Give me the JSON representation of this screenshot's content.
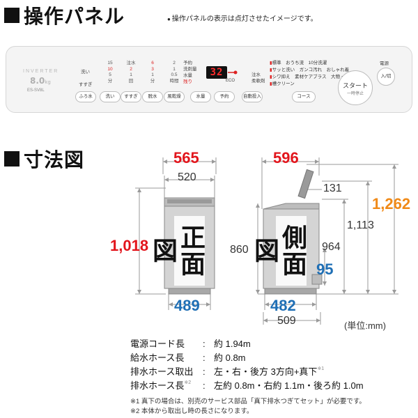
{
  "sections": {
    "panel_title": "操作パネル",
    "panel_note": "操作パネルの表示は点灯させたイメージです。",
    "dim_title": "寸法図"
  },
  "panel": {
    "brand": "INVERTER",
    "capacity": "8.0",
    "capacity_unit": "kg",
    "model": "ES-SV8L",
    "display": "32",
    "eco": "ECO",
    "columns": [
      {
        "top": "15",
        "mid": "10",
        "low": "5",
        "bot": "分"
      },
      {
        "top": "注水",
        "mid": "2",
        "low": "1",
        "bot": "回"
      },
      {
        "top": "6",
        "mid": "3",
        "low": "1",
        "bot": "分"
      },
      {
        "top": "2",
        "mid": "1",
        "low": "0.5",
        "bot": "時間"
      }
    ],
    "wash_labels": [
      "洗い",
      "すすぎ"
    ],
    "timer_labels": [
      "予約",
      "洗剤量",
      "水量",
      "残り"
    ],
    "misc_labels": [
      "注水",
      "柔軟剤"
    ],
    "courses": [
      "標準",
      "おうち流",
      "10分洗濯",
      "サッと洗い",
      "ガンコ汚れ",
      "おしゃれ着",
      "シワ抑え",
      "素材ケアブラス",
      "大物・毛布",
      "槽クリーン"
    ],
    "buttons": {
      "furo": "ふろ水",
      "wash": "洗い",
      "rinse": "すすぎ",
      "spin": "脱水",
      "dry": "風乾燥",
      "water": "水量",
      "reserve": "予約",
      "auto_dose": "自動投入",
      "course": "コース",
      "start": "スタート",
      "start_sub": "一時停止",
      "power_label": "電源",
      "power": "入/切"
    }
  },
  "dimensions": {
    "front_width": "565",
    "front_inner_width": "520",
    "front_height": "1,018",
    "lid_height": "860",
    "front_base": "489",
    "front_label": "正面図",
    "side_depth": "596",
    "side_offset": "131",
    "side_open_height": "1,262",
    "side_height": "1,113",
    "side_body_height": "964",
    "side_hose_height": "95",
    "side_base": "482",
    "side_base_outer": "509",
    "side_label": "側面図",
    "unit": "(単位:mm)"
  },
  "specs": [
    {
      "key": "電源コード長",
      "value": "約 1.94m",
      "key_note": "",
      "value_note": ""
    },
    {
      "key": "給水ホース長",
      "value": "約 0.8m",
      "key_note": "",
      "value_note": ""
    },
    {
      "key": "排水ホース取出",
      "value": "左・右・後方 3方向+真下",
      "key_note": "",
      "value_note": "※1"
    },
    {
      "key": "排水ホース長",
      "value": "左約 0.8m・右約 1.1m・後ろ約 1.0m",
      "key_note": "※2",
      "value_note": ""
    }
  ],
  "notes": [
    "※1 真下の場合は、別売のサービス部品「真下排水つぎてセット」が必要です。",
    "※2 本体から取出し時の長さになります。"
  ],
  "colors": {
    "red": "#e2151c",
    "blue": "#1f6fb5",
    "orange": "#f08a18",
    "led": "#ff2c2c"
  }
}
